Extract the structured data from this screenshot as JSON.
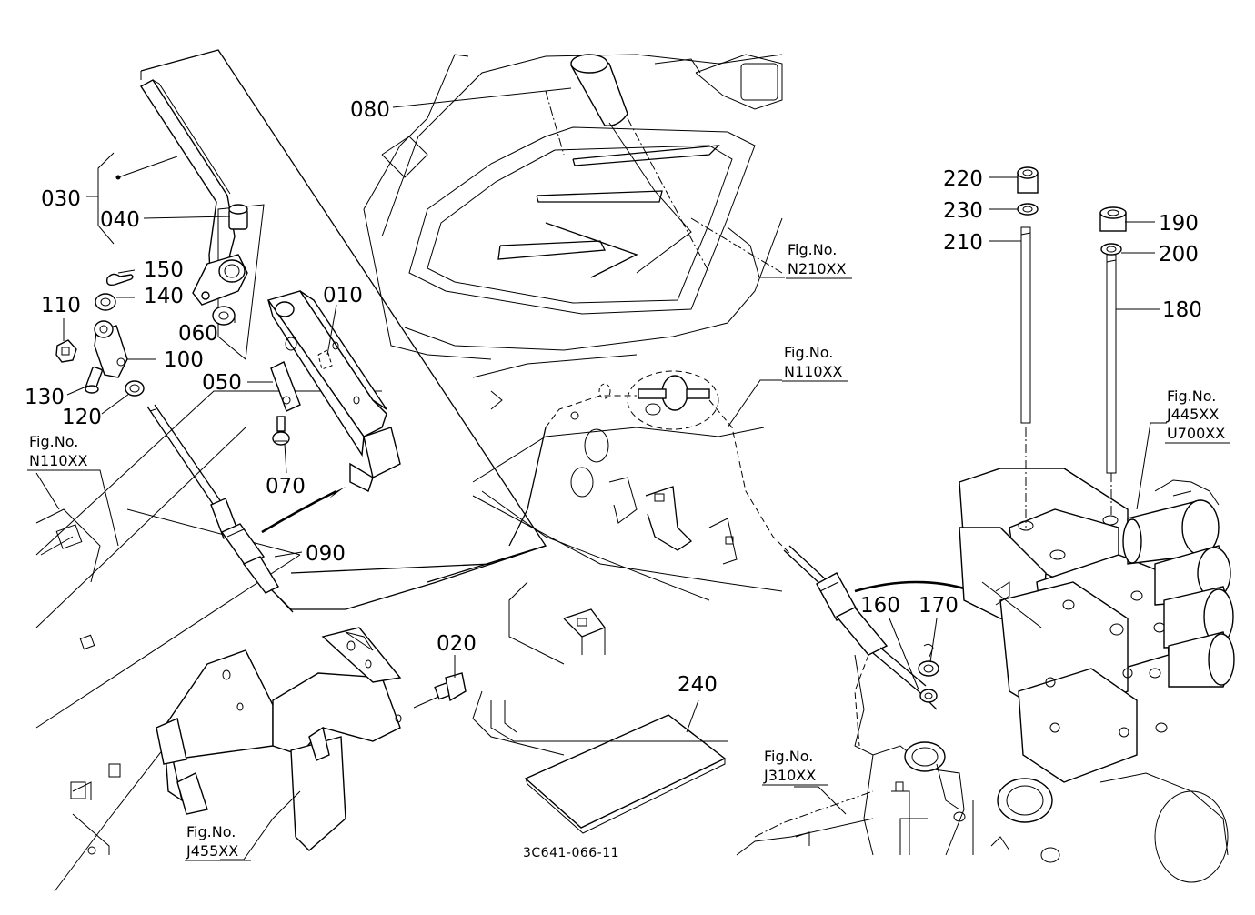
{
  "diagram": {
    "drawing_code": "3C641-066-11",
    "part_labels": [
      "010",
      "020",
      "030",
      "040",
      "050",
      "060",
      "070",
      "080",
      "090",
      "100",
      "110",
      "120",
      "130",
      "140",
      "150",
      "160",
      "170",
      "180",
      "190",
      "200",
      "210",
      "220",
      "230",
      "240"
    ],
    "figure_references": [
      {
        "label": "Fig.No.",
        "ref": "N210XX"
      },
      {
        "label": "Fig.No.",
        "ref": "N110XX"
      },
      {
        "label": "Fig.No.",
        "ref": "N110XX"
      },
      {
        "label": "Fig.No.",
        "ref": "J445XX",
        "ref2": "U700XX"
      },
      {
        "label": "Fig.No.",
        "ref": "J310XX"
      },
      {
        "label": "Fig.No.",
        "ref": "J455XX"
      }
    ]
  }
}
